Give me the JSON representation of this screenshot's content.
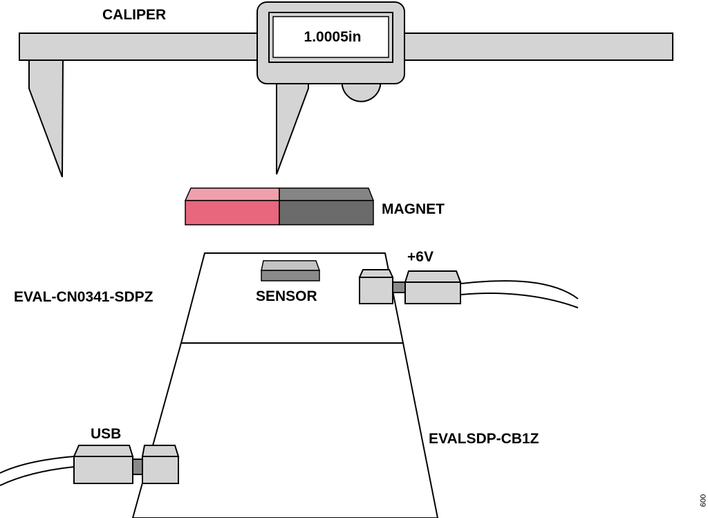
{
  "labels": {
    "caliper": "CALIPER",
    "display_reading": "1.0005in",
    "magnet": "MAGNET",
    "sensor": "SENSOR",
    "power": "+6V",
    "eval_board": "EVAL-CN0341-SDPZ",
    "usb": "USB",
    "sdp_board": "EVALSDP-CB1Z",
    "figure_number": "009"
  },
  "colors": {
    "outline": "#000000",
    "metal": "#d4d4d4",
    "magnet_north_face": "#e8677d",
    "magnet_north_top": "#f0a0ac",
    "magnet_south_face": "#6b6b6b",
    "magnet_south_top": "#858585",
    "sensor_chip": "#c4c4c4",
    "board": "#ffffff"
  }
}
